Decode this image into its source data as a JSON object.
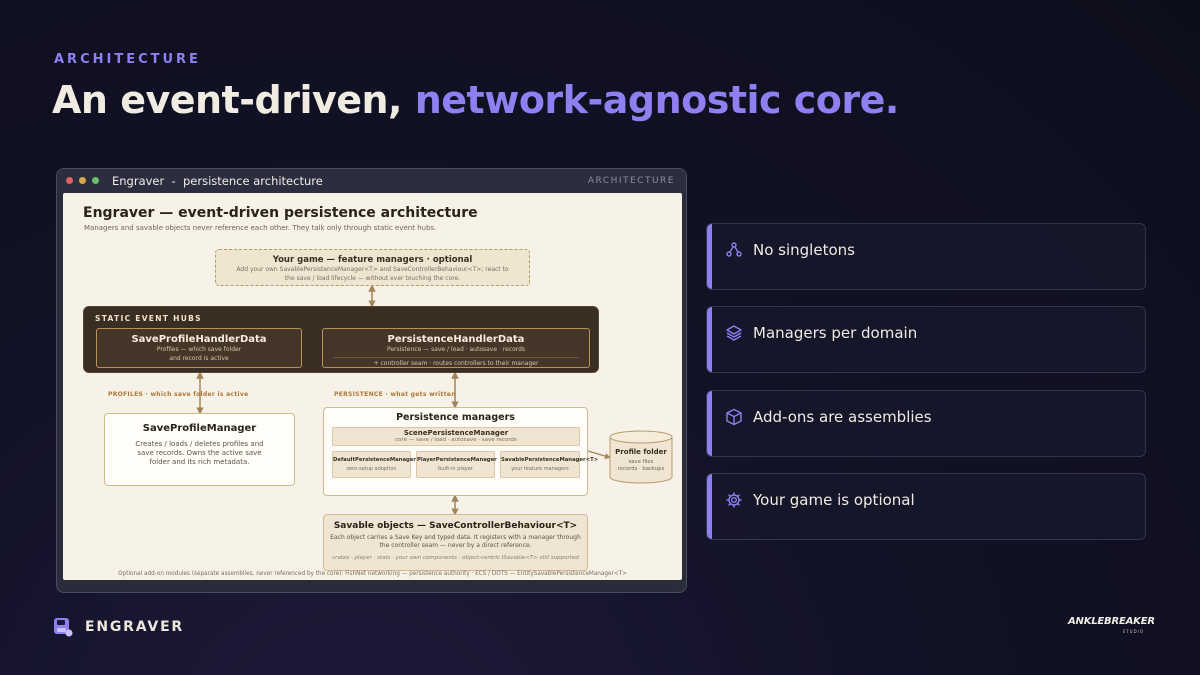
{
  "slide": {
    "eyebrow": "ARCHITECTURE",
    "headline_plain": "An event-driven, ",
    "headline_accent": "network-agnostic core."
  },
  "window": {
    "title": "Engraver  -  persistence architecture",
    "tag": "ARCHITECTURE"
  },
  "diagram": {
    "title": "Engraver — event-driven persistence architecture",
    "subtitle": "Managers and savable objects never reference each other. They talk only through static event hubs.",
    "game_box": {
      "title": "Your game — feature managers · optional",
      "line1": "Add your own SavablePersistenceManager<T> and SaveControllerBehaviour<T>; react to",
      "line2": "the save / load lifecycle — without ever touching the core."
    },
    "hubs": {
      "label": "STATIC EVENT HUBS",
      "profile_hub": {
        "title": "SaveProfileHandlerData",
        "line1": "Profiles — which save folder",
        "line2": "and record is active"
      },
      "persistence_hub": {
        "title": "PersistenceHandlerData",
        "line1": "Persistence — save / load · autosave · records",
        "line2": "+ controller seam · routes controllers to their manager"
      }
    },
    "edge_labels": {
      "profiles": "PROFILES · which save folder is active",
      "persistence": "PERSISTENCE · what gets written"
    },
    "save_profile_manager": {
      "title": "SaveProfileManager",
      "line1": "Creates / loads / deletes profiles and",
      "line2": "save records. Owns the active save",
      "line3": "folder and its rich metadata."
    },
    "persistence_managers": {
      "title": "Persistence managers",
      "scene": {
        "title": "ScenePersistenceManager",
        "subtitle": "core — save / load · autosave · save records"
      },
      "subs": [
        {
          "title": "DefaultPersistenceManager",
          "subtitle": "zero-setup adoption"
        },
        {
          "title": "PlayerPersistenceManager",
          "subtitle": "built-in player"
        },
        {
          "title": "SavablePersistenceManager<T>",
          "subtitle": "your feature managers"
        }
      ]
    },
    "profile_folder": {
      "title": "Profile folder",
      "line1": "save files",
      "line2": "records · backups"
    },
    "savable_objects": {
      "title": "Savable objects — SaveControllerBehaviour<T>",
      "line1": "Each object carries a Save Key and typed data. It registers with a manager through",
      "line2": "the controller seam — never by a direct reference.",
      "examples": "crates · player · stats · your own components · object-centric ISavable<T> still supported"
    },
    "footnote": "Optional add-on modules (separate assemblies, never referenced by the core): FishNet networking — persistence authority · ECS / DOTS — EntitySavablePersistenceManager<T>"
  },
  "features": [
    {
      "label": "No singletons",
      "icon": "network-nodes-icon"
    },
    {
      "label": "Managers per domain",
      "icon": "layers-icon"
    },
    {
      "label": "Add-ons are assemblies",
      "icon": "cube-icon"
    },
    {
      "label": "Your game is optional",
      "icon": "gear-icon"
    }
  ],
  "brand": {
    "name": "ENGRAVER",
    "studio_name": "ANKLEBREAKER",
    "studio_sub": "STUDIO"
  },
  "colors": {
    "accent": "#8f7ff0",
    "background": "#121226",
    "diagram_paper": "#f7f2e8",
    "hub_dark": "#3a2d22",
    "edge": "#a3845a"
  }
}
